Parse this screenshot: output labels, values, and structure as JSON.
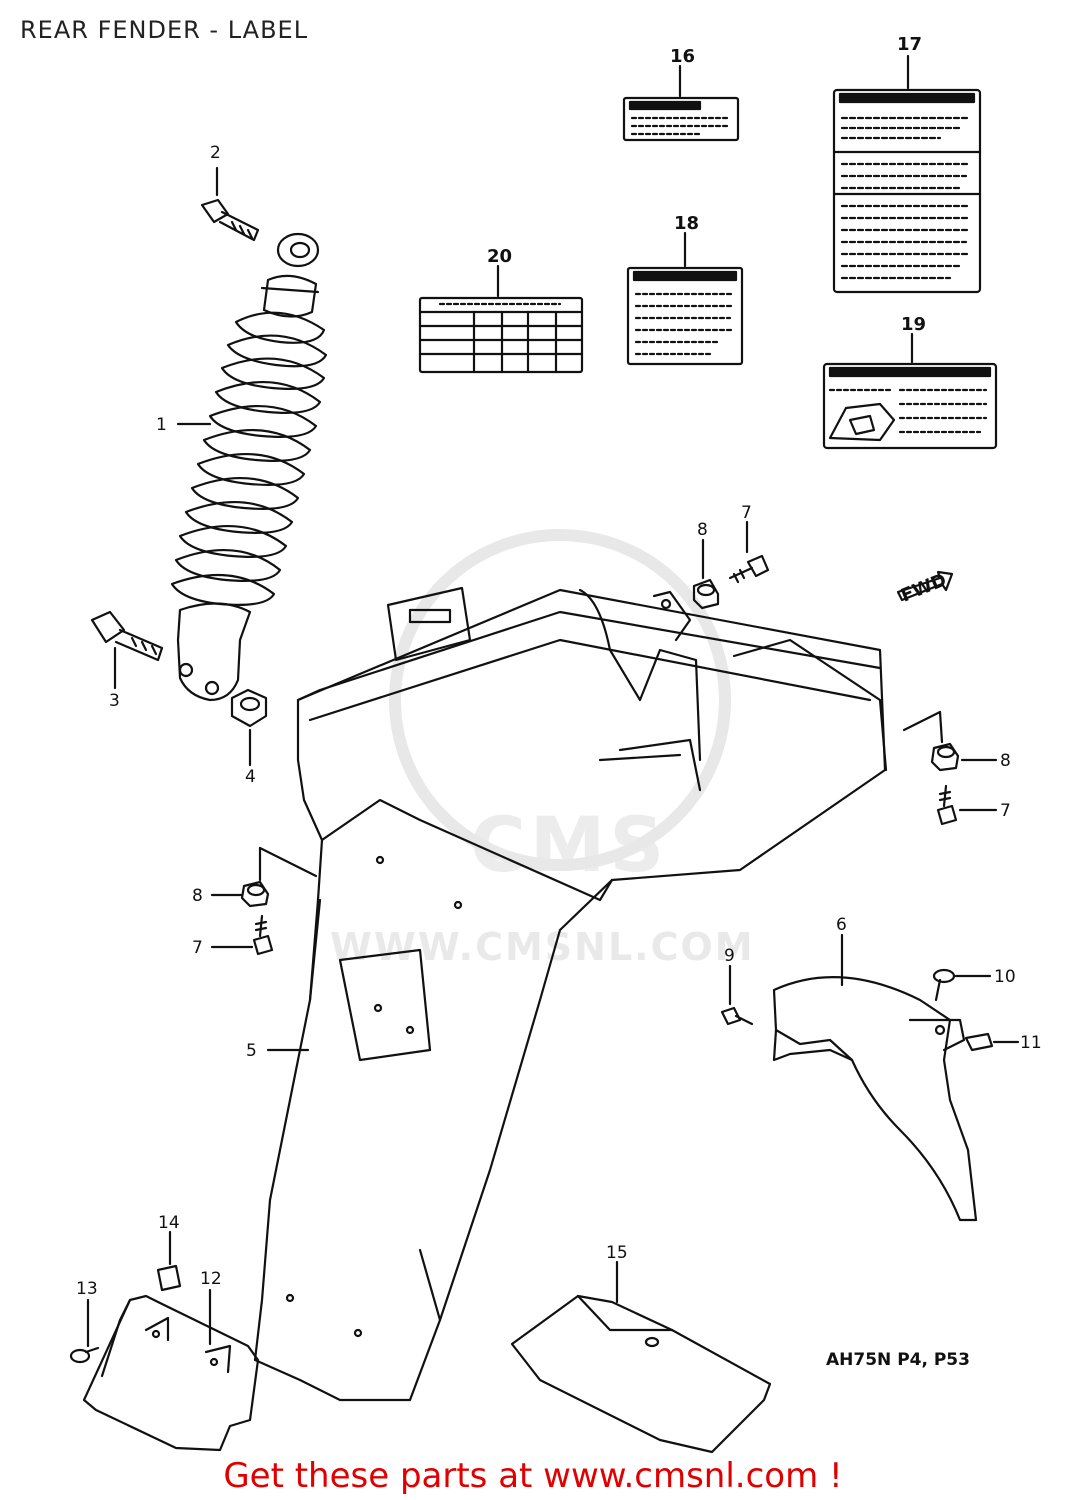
{
  "title": "REAR FENDER - LABEL",
  "footer": "Get these parts at www.cmsnl.com !",
  "diagram_code": "AH75N P4, P53",
  "watermark": {
    "logo": "CMS",
    "url": "WWW.CMSNL.COM"
  },
  "callouts": {
    "c1": "1",
    "c2": "2",
    "c3": "3",
    "c4": "4",
    "c5": "5",
    "c6": "6",
    "c7a": "7",
    "c7b": "7",
    "c7c": "7",
    "c8a": "8",
    "c8b": "8",
    "c8c": "8",
    "c9": "9",
    "c10": "10",
    "c11": "11",
    "c12": "12",
    "c13": "13",
    "c14": "14",
    "c15": "15",
    "c16": "16",
    "c17": "17",
    "c18": "18",
    "c19": "19",
    "c20": "20"
  },
  "fwd_label": "FWD",
  "colors": {
    "line": "#111111",
    "footer": "#e00000",
    "watermark": "#e6e6e6"
  }
}
